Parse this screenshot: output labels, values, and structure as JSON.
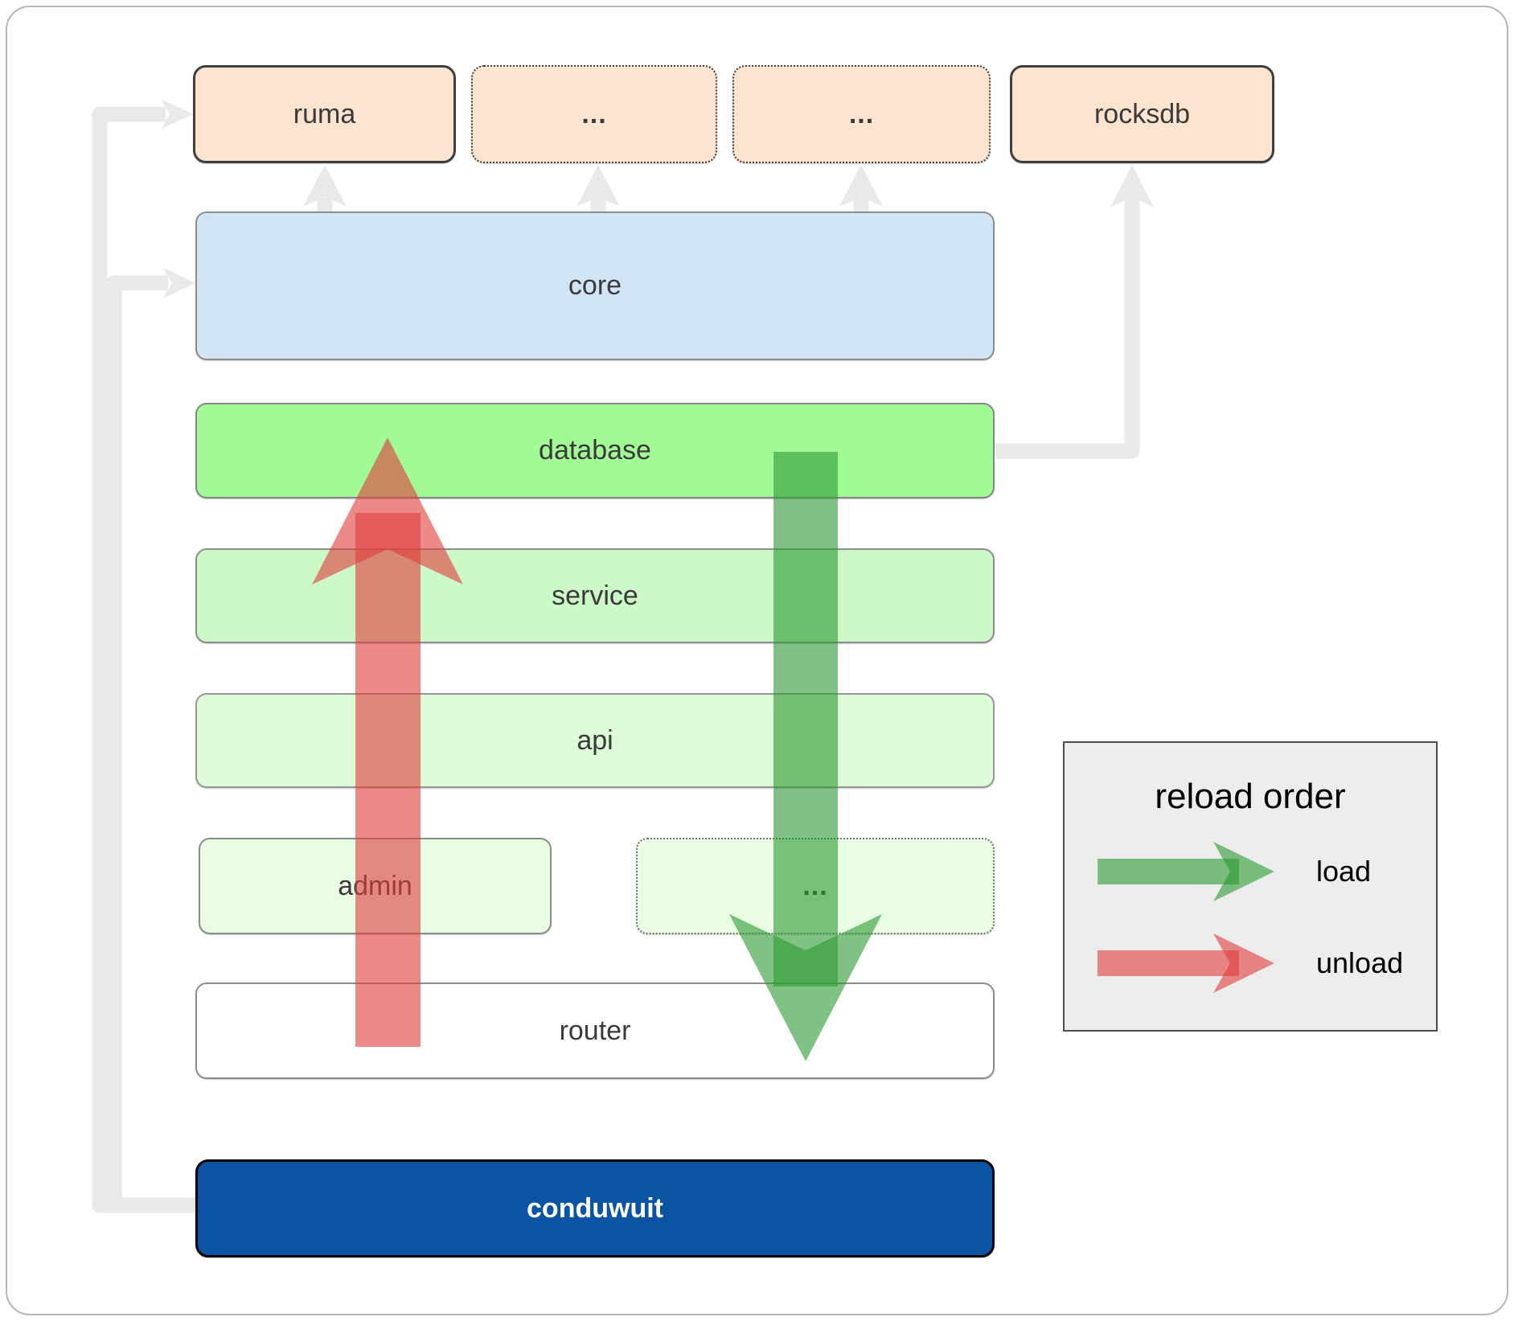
{
  "diagram": {
    "nodes": {
      "ruma": "ruma",
      "crates_top_more_1": "...",
      "crates_top_more_2": "...",
      "rocksdb": "rocksdb",
      "core": "core",
      "database": "database",
      "service": "service",
      "api": "api",
      "admin": "admin",
      "admin_row_more": "...",
      "router": "router",
      "conduwuit": "conduwuit"
    },
    "legend": {
      "title": "reload order",
      "items": [
        {
          "label": "load",
          "color": "#2c9a30"
        },
        {
          "label": "unload",
          "color": "#e03c3c"
        }
      ]
    },
    "palette": {
      "load_arrow": "#2c9a30",
      "unload_arrow": "#e03c3c",
      "connector_gray": "#e9e9e9",
      "external_crate_fill": "#fce4d0",
      "core_fill": "#d2e5f7",
      "database_fill": "#a2fa96",
      "service_fill": "#cdf8c7",
      "api_fill": "#defbd8",
      "admin_fill": "#e9fce4",
      "router_fill": "#ffffff",
      "conduwuit_fill": "#0b54a3",
      "label_color": "#3a3a3a"
    }
  }
}
